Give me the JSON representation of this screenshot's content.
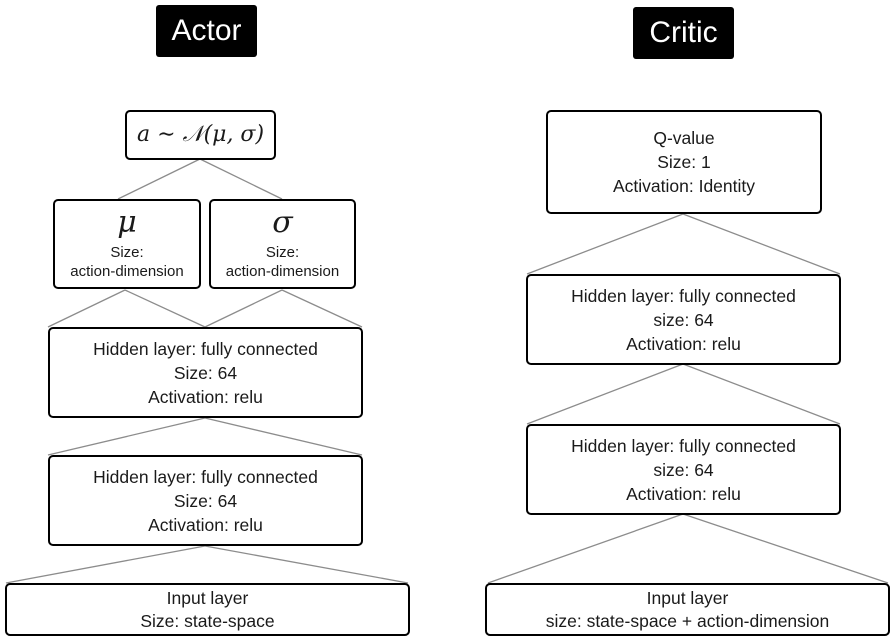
{
  "actor": {
    "title": "Actor",
    "output": {
      "formula": "a ∼ 𝒩(μ, σ)"
    },
    "mu": {
      "symbol": "μ",
      "line1": "Size:",
      "line2": "action-dimension"
    },
    "sigma": {
      "symbol": "σ",
      "line1": "Size:",
      "line2": "action-dimension"
    },
    "hidden1": {
      "line1": "Hidden layer: fully connected",
      "line2": "Size: 64",
      "line3": "Activation: relu"
    },
    "hidden2": {
      "line1": "Hidden layer: fully connected",
      "line2": "Size: 64",
      "line3": "Activation: relu"
    },
    "input": {
      "line1": "Input layer",
      "line2": "Size: state-space"
    }
  },
  "critic": {
    "title": "Critic",
    "output": {
      "line1": "Q-value",
      "line2": "Size: 1",
      "line3": "Activation: Identity"
    },
    "hidden1": {
      "line1": "Hidden layer: fully connected",
      "line2": "size: 64",
      "line3": "Activation: relu"
    },
    "hidden2": {
      "line1": "Hidden layer: fully connected",
      "line2": "size: 64",
      "line3": "Activation: relu"
    },
    "input": {
      "line1": "Input layer",
      "line2": "size: state-space + action-dimension"
    }
  },
  "colors": {
    "box_border": "#000000",
    "connector": "#8c8c8c",
    "title_bg": "#000000",
    "title_text": "#ffffff"
  }
}
